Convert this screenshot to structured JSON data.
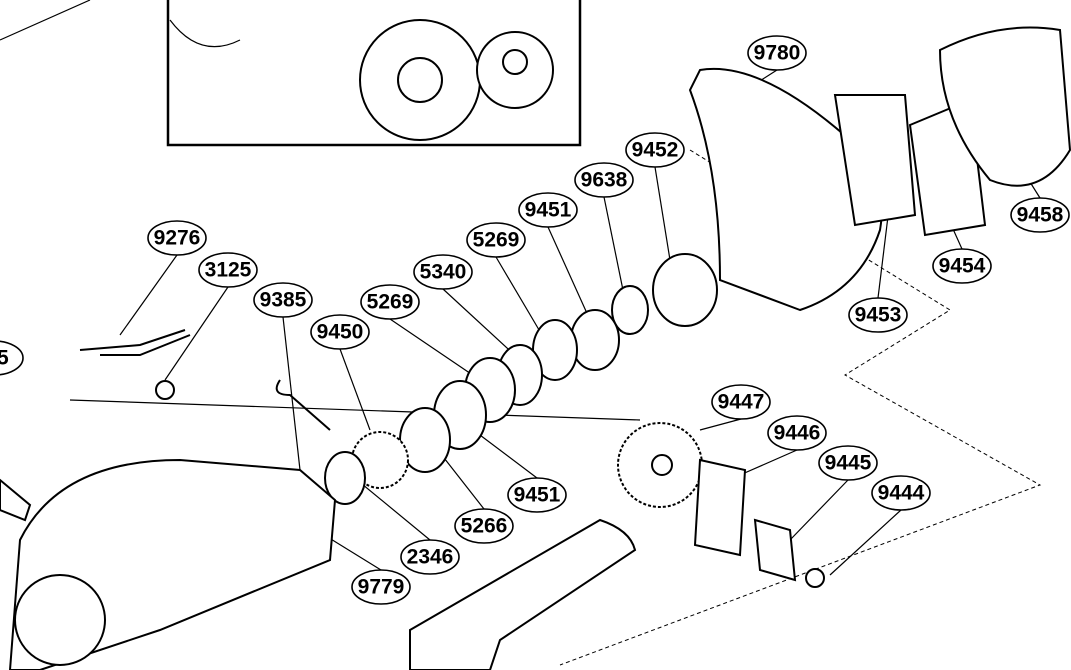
{
  "diagram": {
    "title": "Exploded parts diagram",
    "part_labels": [
      {
        "id": "9780"
      },
      {
        "id": "9452"
      },
      {
        "id": "9638"
      },
      {
        "id": "9451"
      },
      {
        "id": "5269"
      },
      {
        "id": "5340"
      },
      {
        "id": "5269"
      },
      {
        "id": "9450"
      },
      {
        "id": "9385"
      },
      {
        "id": "3125"
      },
      {
        "id": "9276"
      },
      {
        "id": "15"
      },
      {
        "id": "9458"
      },
      {
        "id": "9454"
      },
      {
        "id": "9453"
      },
      {
        "id": "9447"
      },
      {
        "id": "9446"
      },
      {
        "id": "9445"
      },
      {
        "id": "9444"
      },
      {
        "id": "9451"
      },
      {
        "id": "5266"
      },
      {
        "id": "2346"
      },
      {
        "id": "9779"
      }
    ]
  }
}
